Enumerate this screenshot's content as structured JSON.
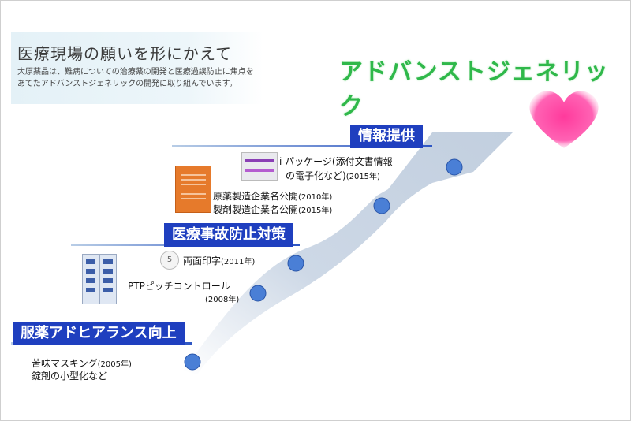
{
  "intro": {
    "title": "医療現場の願いを形にかえて",
    "description": "大原薬品は、難病についての治療薬の開発と医療過誤防止に焦点をあてたアドバンストジェネリックの開発に取り組んでいます。"
  },
  "brand": "アドバンストジェネリック",
  "categories": [
    {
      "label": "服薬アドヒアランス向上"
    },
    {
      "label": "医療事故防止対策"
    },
    {
      "label": "情報提供"
    }
  ],
  "items": {
    "masking": {
      "text": "苦味マスキング",
      "year": "(2005年)"
    },
    "small_tablet": "錠剤の小型化など",
    "ptp": "PTPピッチコントロール",
    "ptp_year": "(2008年)",
    "double_print": {
      "text": "両面印字",
      "year": "(2011年)"
    },
    "api_maker": {
      "text": "原薬製造企業名公開",
      "year": "(2010年)"
    },
    "formulation_maker": {
      "text": "製剤製造企業名公開",
      "year": "(2015年)"
    },
    "ipackage_1": "i パッケージ(添付文書情報",
    "ipackage_2": {
      "text": "の電子化など)",
      "year": "(2015年)"
    }
  },
  "colors": {
    "banner": "#1f3fbf",
    "brand": "#2fb84a",
    "node": "#4a7fd6",
    "heart": "#ff4fa6"
  }
}
